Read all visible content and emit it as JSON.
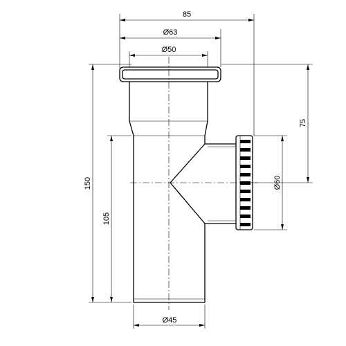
{
  "dimensions": {
    "overall_width": "85",
    "socket_outer_diameter": "Ø63",
    "pipe_inner_diameter": "Ø50",
    "overall_height": "150",
    "branch_height": "105",
    "top_to_branch_axis": "75",
    "branch_cap_diameter": "Ø60",
    "spigot_diameter": "Ø45"
  }
}
